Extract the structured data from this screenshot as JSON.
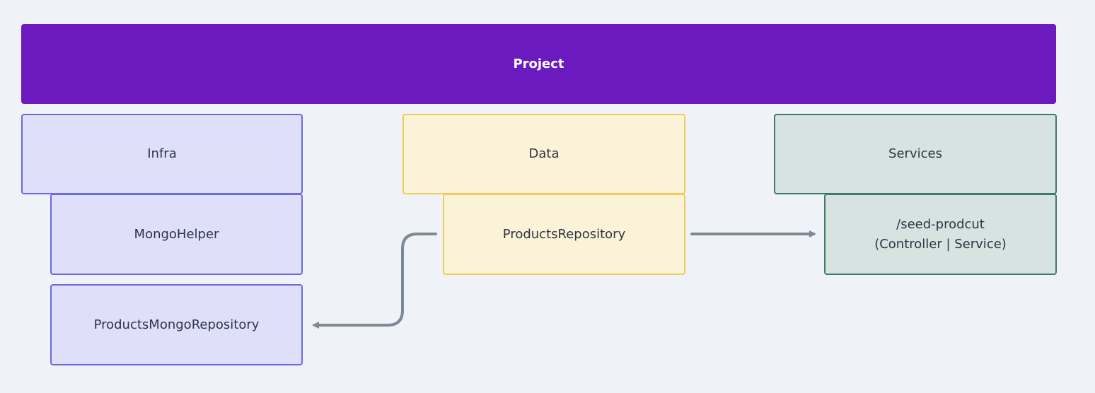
{
  "project": {
    "label": "Project"
  },
  "columns": {
    "infra": {
      "title": "Infra",
      "items": [
        "MongoHelper",
        "ProductsMongoRepository"
      ]
    },
    "data": {
      "title": "Data",
      "items": [
        "ProductsRepository"
      ]
    },
    "services": {
      "title": "Services",
      "item_lines": [
        "/seed-prodcut",
        "(Controller | Service)"
      ]
    }
  },
  "colors": {
    "background": "#eff3f7",
    "project": "#6a1abf",
    "infra_fill": "#dfdff9",
    "infra_border": "#6b6ae3",
    "data_fill": "#faf3d8",
    "data_border": "#eecc5b",
    "services_fill": "#d6e3e0",
    "services_border": "#3d7a67",
    "arrow": "#7f8896"
  }
}
